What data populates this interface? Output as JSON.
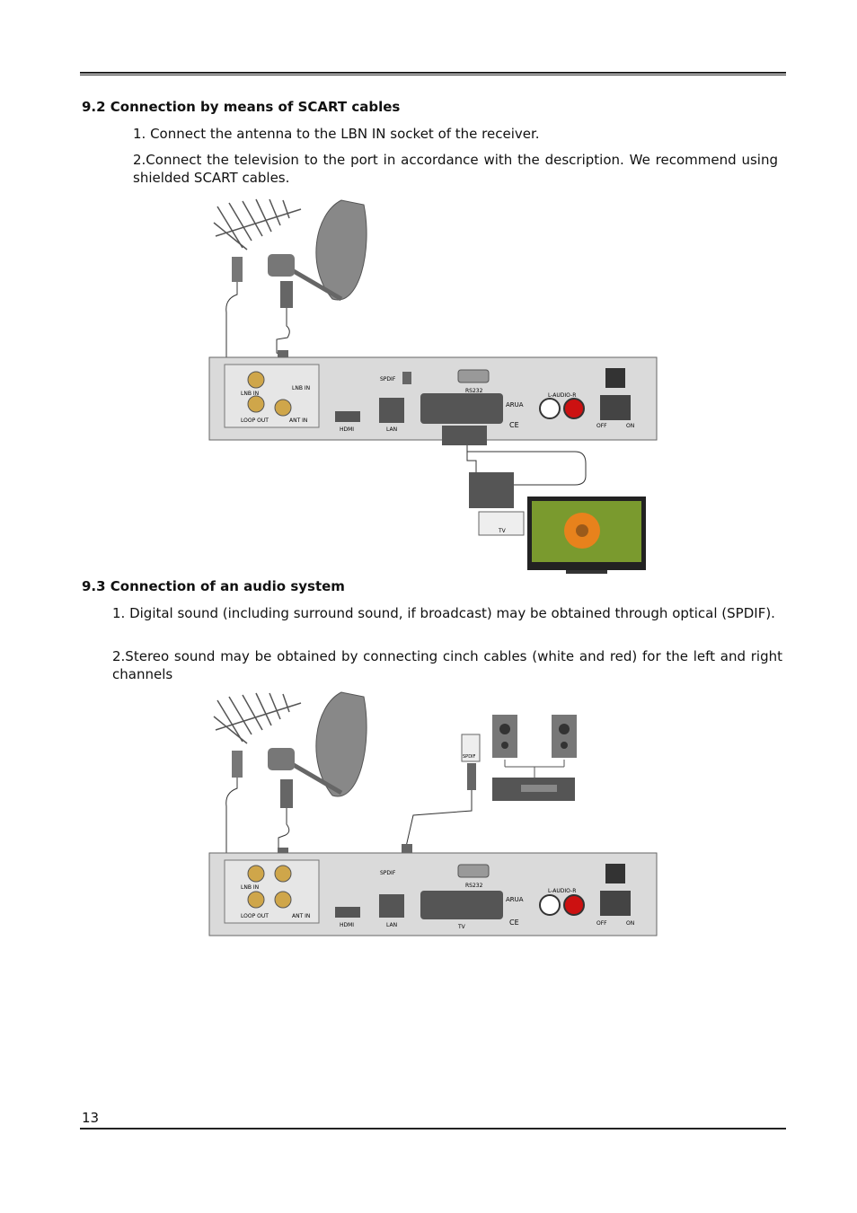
{
  "section1": {
    "heading": "9.2 Connection by means of SCART cables",
    "step1": "1. Connect the antenna to the LBN IN socket of the receiver.",
    "step2": "2.Connect the television to the port in accordance with the description. We recommend using shielded SCART cables."
  },
  "section2": {
    "heading": "9.3 Connection of an audio system",
    "step1": "1. Digital sound (including surround sound, if broadcast) may be obtained through optical (SPDIF).",
    "step2": "2.Stereo sound may be obtained by connecting cinch cables (white and red) for the left and right channels"
  },
  "receiver_labels": {
    "lnb_in": "LNB IN",
    "loop_out": "LOOP OUT",
    "lnb_in_2": "LNB IN",
    "ant_in": "ANT IN",
    "hdmi": "HDMI",
    "lan": "LAN",
    "spdif": "SPDIF",
    "rs232": "RS232",
    "tv": "TV",
    "audio": "L-AUDIO-R",
    "off": "OFF",
    "on": "ON",
    "brand": "ARUA",
    "ce": "CE"
  },
  "tv_port_label": "TV",
  "spdif_label": "SPDIF",
  "page_number": "13",
  "colors": {
    "text": "#111111",
    "rule": "#222222",
    "device": "#d8d8d8",
    "audio_red": "#cc1111"
  }
}
